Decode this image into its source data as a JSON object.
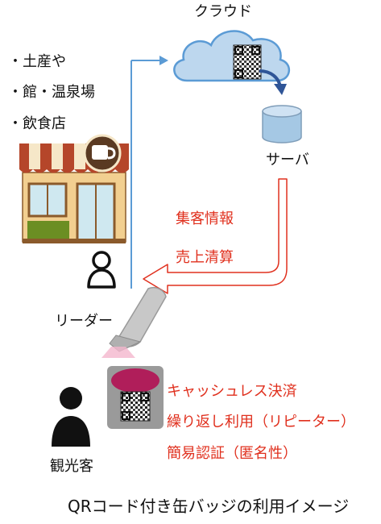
{
  "labels": {
    "cloud": "クラウド",
    "server": "サーバ",
    "shop_items": [
      "・土産や",
      "・館・温泉場",
      "・飲食店"
    ],
    "reader": "リーダー",
    "tourist": "観光客",
    "info_flow": [
      "集客情報",
      "売上清算"
    ],
    "benefits": [
      "キャッシュレス決済",
      "繰り返し利用（リピーター）",
      "簡易認証（匿名性）"
    ],
    "caption": "QRコード付き缶バッジの利用イメージ"
  },
  "colors": {
    "accent_red": "#e0301e",
    "connector_blue": "#5b9bd5",
    "cloud_fill": "#bdd7ee",
    "cloud_stroke": "#5b9bd5"
  },
  "icons": [
    "cloud-icon",
    "qr-code-icon",
    "server-database-icon",
    "shop-icon",
    "person-outline-icon",
    "barcode-reader-icon",
    "can-badge-icon",
    "person-silhouette-icon"
  ]
}
